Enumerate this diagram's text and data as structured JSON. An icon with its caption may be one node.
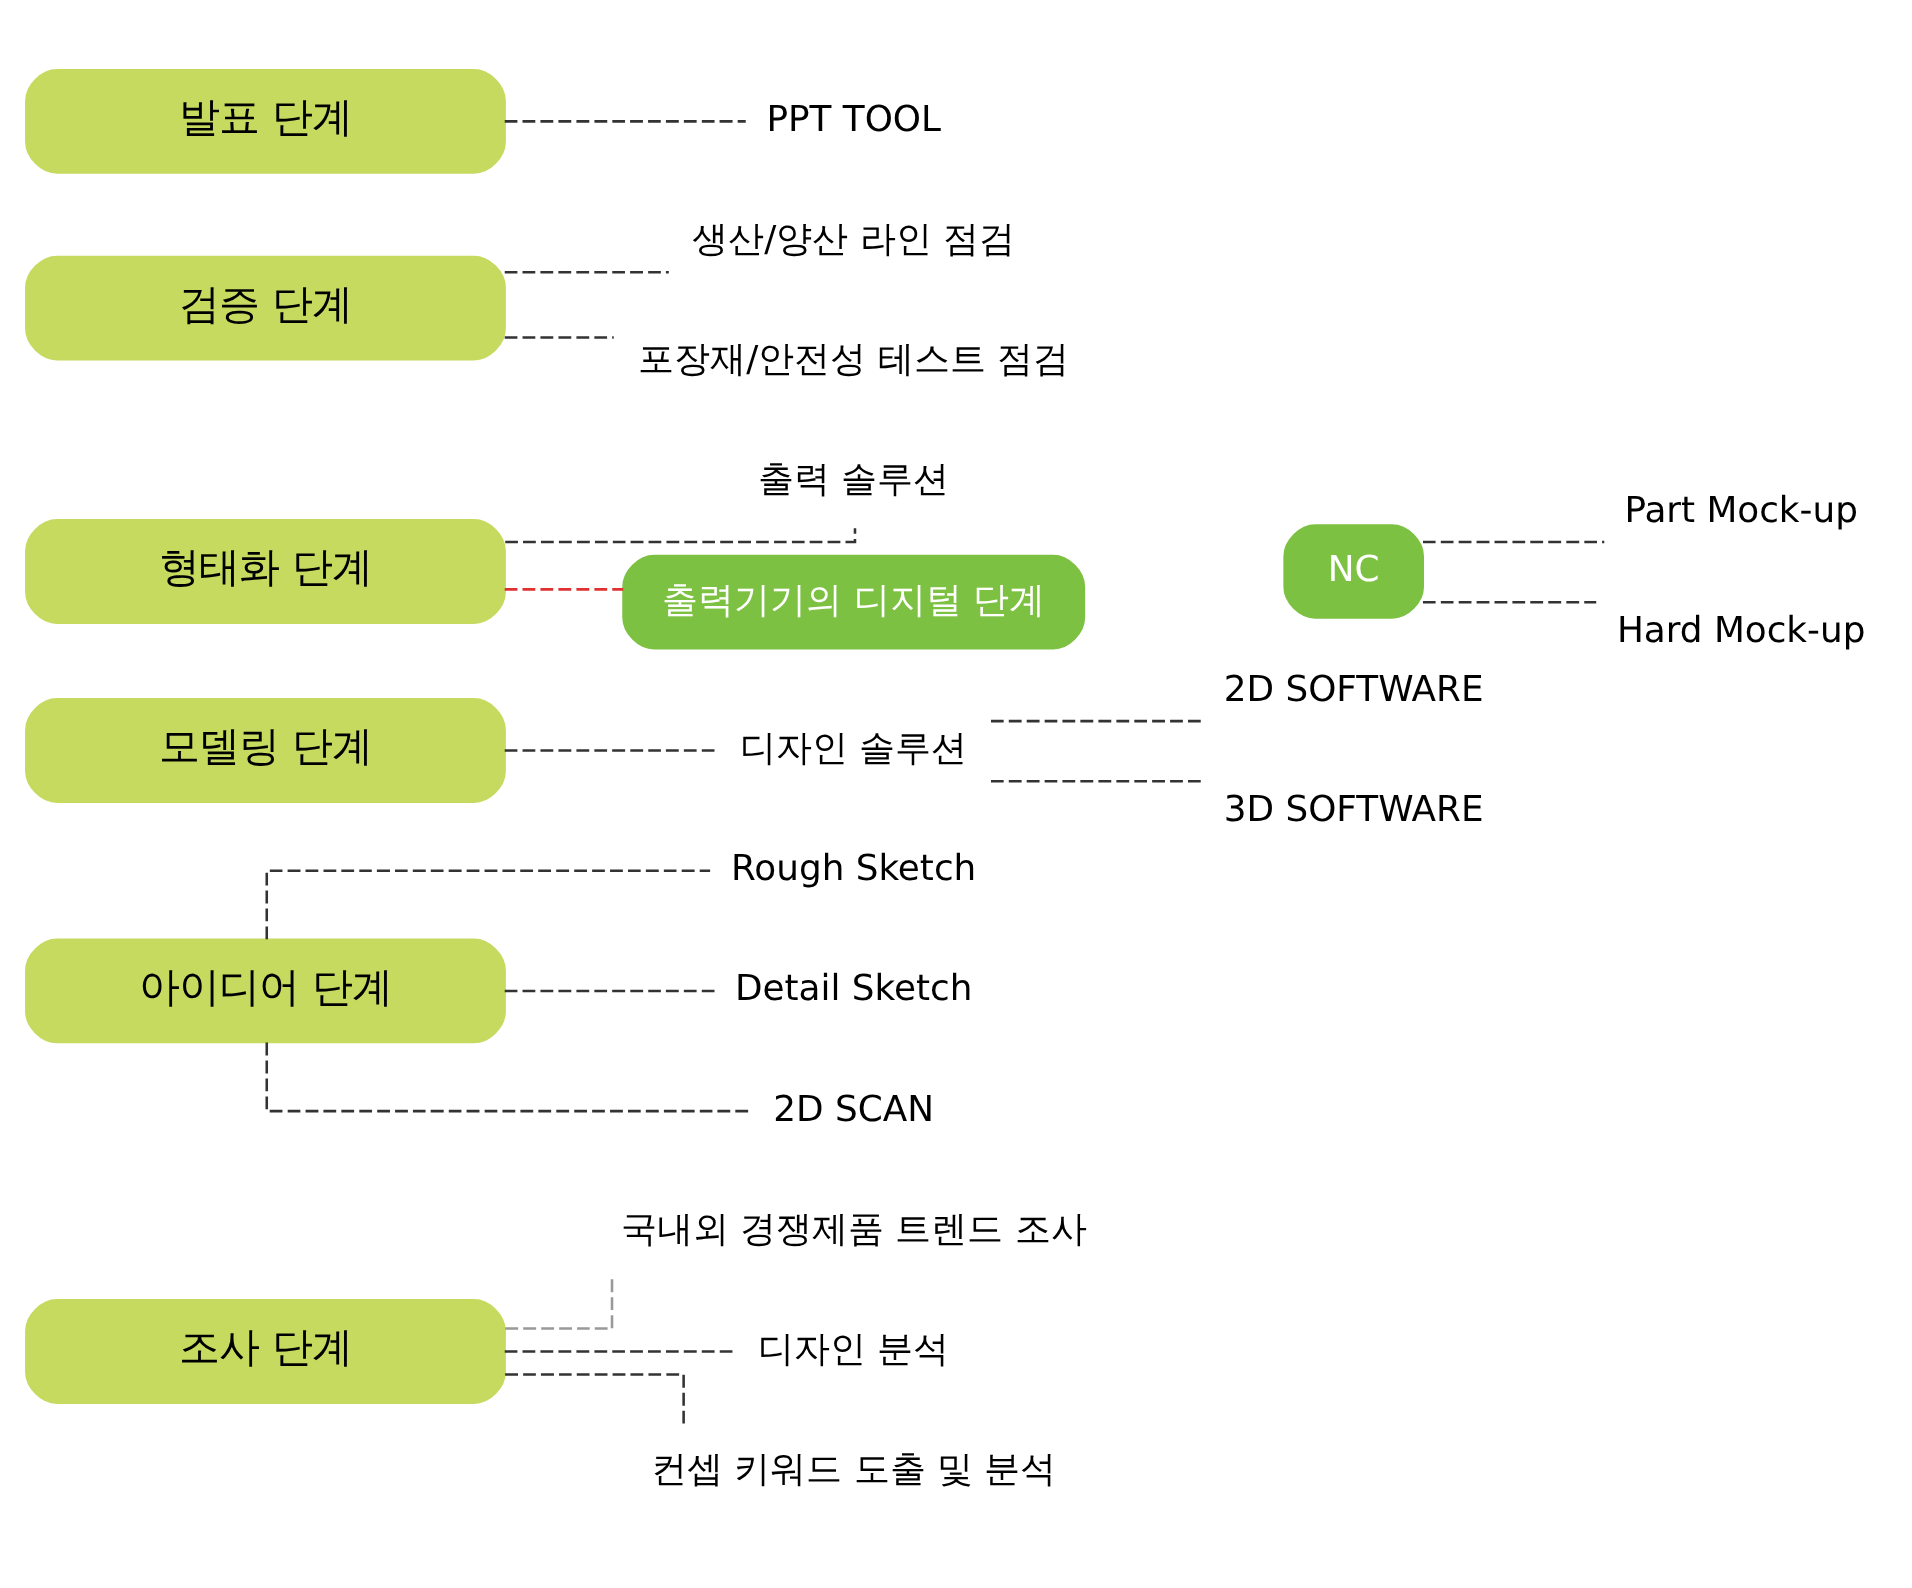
{
  "diagram": {
    "nodes": [
      {
        "text": [
          "조사 단계"
        ]
      },
      {
        "text": [
          "국내외 경쟁제품 트렌드 조사"
        ]
      },
      {
        "text": [
          "디자인 분석"
        ]
      },
      {
        "text": [
          "컨셉 키워드 도출 및 분석"
        ]
      },
      {
        "text": [
          "아이디어 단계"
        ]
      },
      {
        "text": [
          "Rough Sketch"
        ]
      },
      {
        "text": [
          "Detail Sketch"
        ]
      },
      {
        "text": [
          "2D SCAN"
        ]
      },
      {
        "text": [
          "모델링 단계"
        ]
      },
      {
        "text": [
          "디자인 솔루션"
        ]
      },
      {
        "text": [
          "2D SOFTWARE"
        ]
      },
      {
        "text": [
          "3D SOFTWARE"
        ]
      },
      {
        "text": [
          "형태화 단계"
        ]
      },
      {
        "text": [
          "출력 솔루션"
        ]
      },
      {
        "text": [
          "출력기기의 디지털 단계"
        ]
      },
      {
        "text": [
          "NC"
        ]
      },
      {
        "text": [
          "Part Mock-up"
        ]
      },
      {
        "text": [
          "Hard Mock-up"
        ]
      },
      {
        "text": [
          "검증 단계"
        ]
      },
      {
        "text": [
          "생산/양산 라인 점검"
        ]
      },
      {
        "text": [
          "포장재/안전성 테스트 점검"
        ]
      },
      {
        "text": [
          "발표 단계"
        ]
      },
      {
        "text": [
          "PPT TOOL"
        ]
      }
    ],
    "edges": [
      {
        "from": 0,
        "to": 1,
        "arrow": "none",
        "style": "dashed",
        "color": "#999999"
      },
      {
        "from": 0,
        "to": 2,
        "arrow": "none",
        "style": "dashed"
      },
      {
        "from": 0,
        "to": 3,
        "arrow": "none",
        "style": "dashed"
      },
      {
        "from": 4,
        "to": 5,
        "arrow": "none",
        "style": "dashed"
      },
      {
        "from": 4,
        "to": 6,
        "arrow": "none",
        "style": "dashed"
      },
      {
        "from": 4,
        "to": 7,
        "arrow": "none",
        "style": "dashed"
      },
      {
        "from": 8,
        "to": 9,
        "arrow": "none",
        "style": "dashed"
      },
      {
        "from": 9,
        "to": 10,
        "arrow": "none",
        "style": "dashed"
      },
      {
        "from": 9,
        "to": 11,
        "arrow": "none",
        "style": "dashed"
      },
      {
        "from": 12,
        "to": 13,
        "arrow": "none",
        "style": "dashed"
      },
      {
        "from": 12,
        "to": 14,
        "arrow": "none",
        "style": "dashed",
        "color": "#e03030"
      },
      {
        "from": 15,
        "to": 16,
        "arrow": "none",
        "style": "dashed"
      },
      {
        "from": 15,
        "to": 17,
        "arrow": "none",
        "style": "dashed"
      },
      {
        "from": 18,
        "to": 19,
        "arrow": "none",
        "style": "dashed"
      },
      {
        "from": 18,
        "to": 20,
        "arrow": "none",
        "style": "dashed"
      },
      {
        "from": 21,
        "to": 22,
        "arrow": "none",
        "style": "dashed"
      }
    ]
  }
}
